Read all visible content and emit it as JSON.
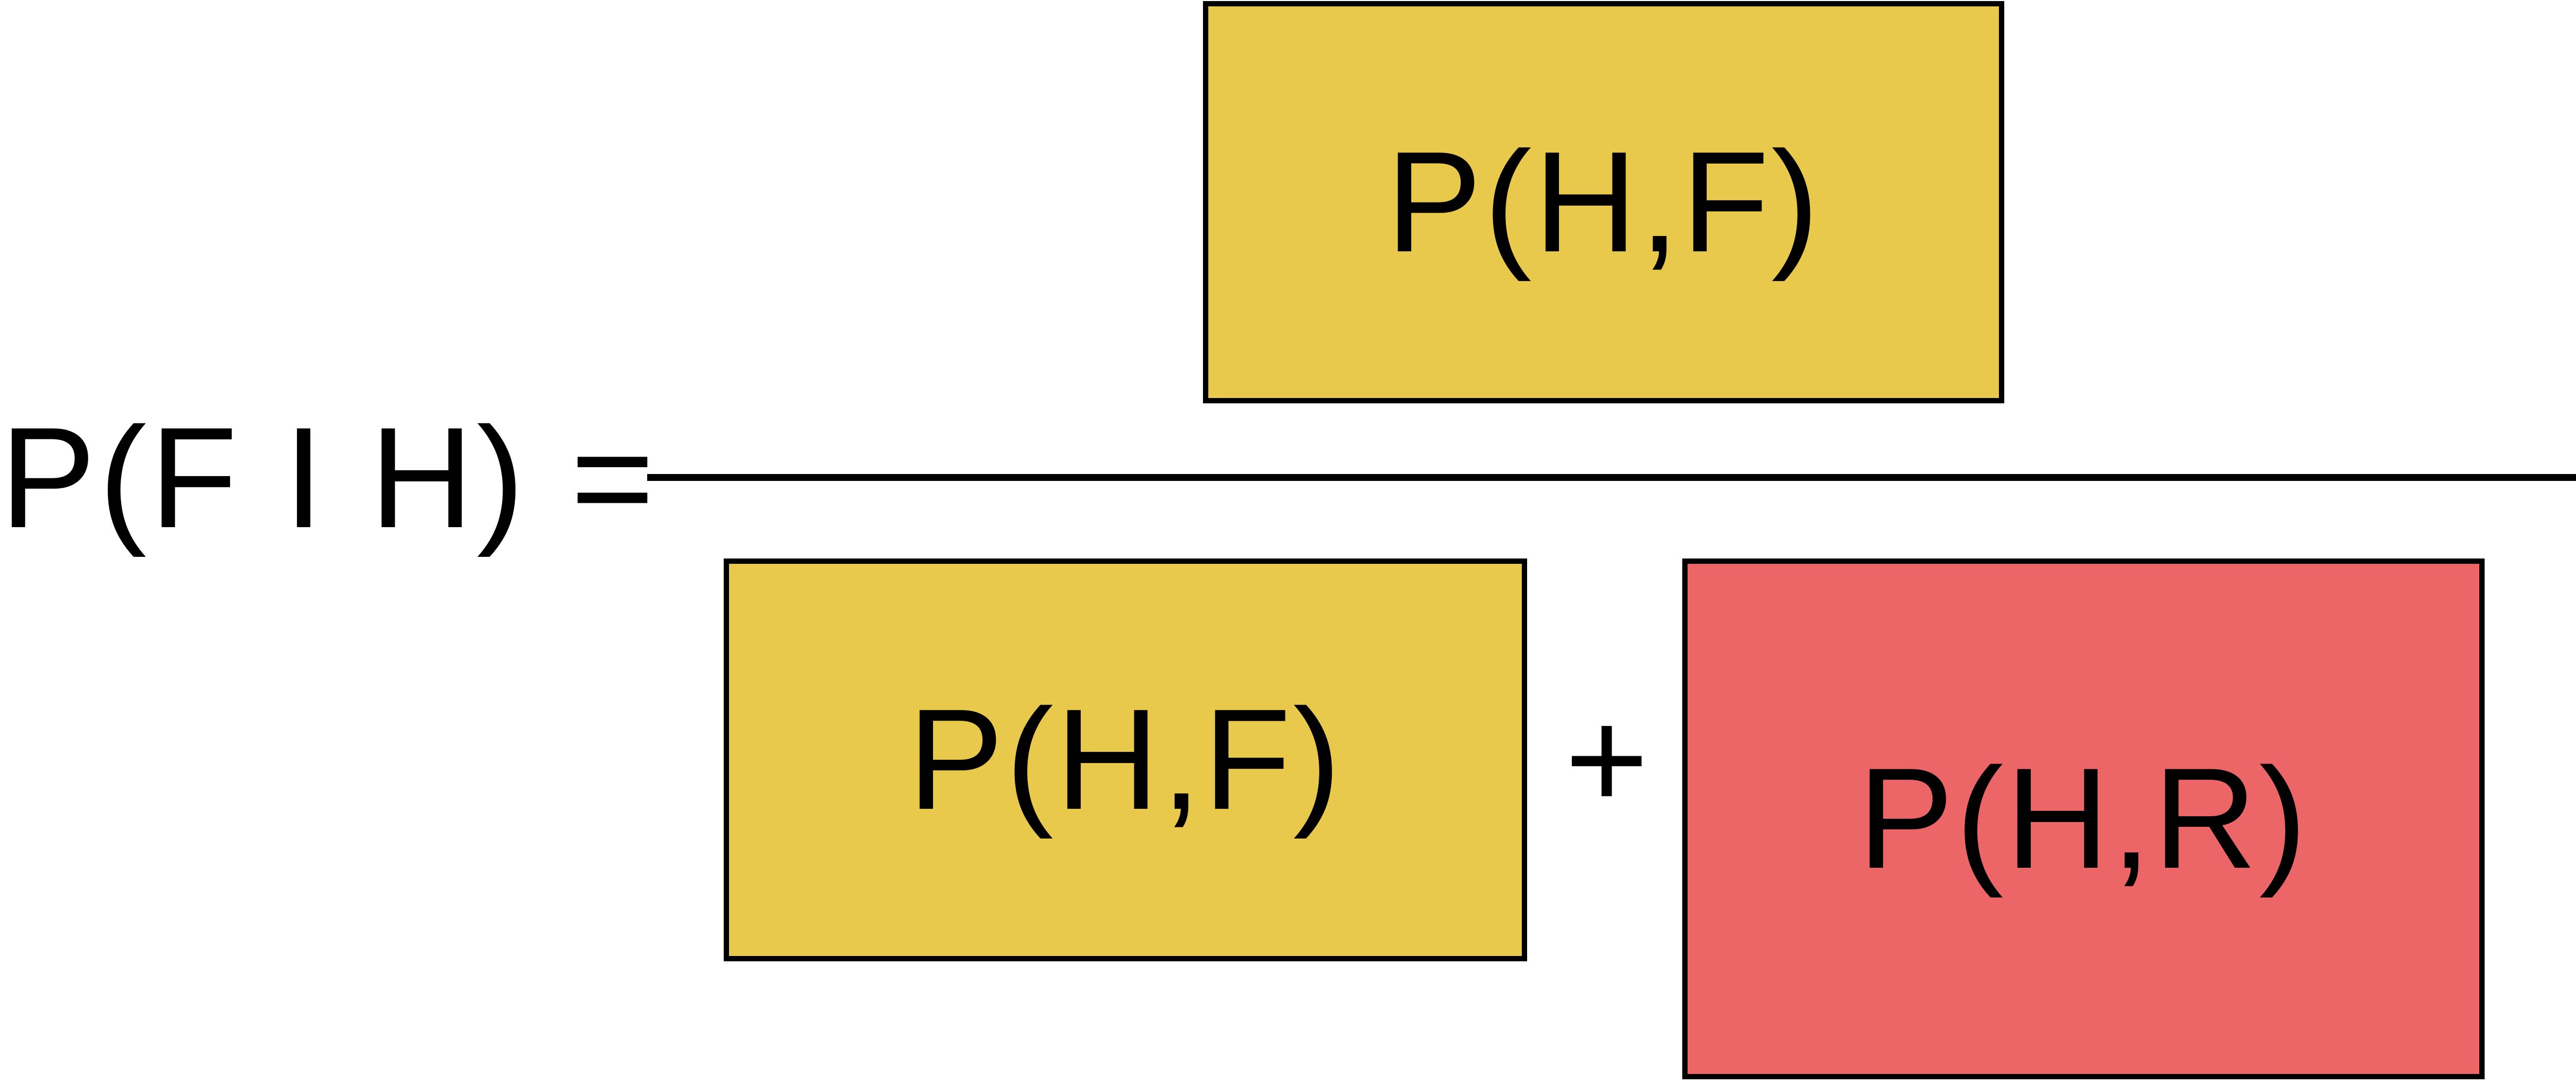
{
  "equation": {
    "lhs": "P(F I H) =",
    "numerator": {
      "term": "P(H,F)",
      "color": "#e8c94c"
    },
    "denominator": {
      "term_a": "P(H,F)",
      "term_a_color": "#e8c94c",
      "operator": "+",
      "term_b": "P(H,R)",
      "term_b_color": "#ec6667"
    },
    "border_color": "#000000"
  }
}
